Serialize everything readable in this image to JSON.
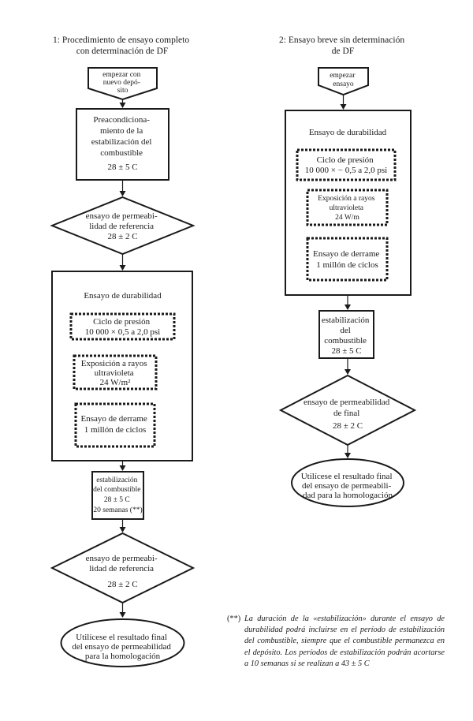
{
  "left": {
    "title_line1": "1: Procedimiento de ensayo completo",
    "title_line2": "con determinación de DF",
    "start": [
      "empezar con",
      "nuevo depó-",
      "sito"
    ],
    "precond": [
      "Preacondiciona-",
      "miento de la",
      "estabilización del",
      "combustible",
      "28 ± 5 C"
    ],
    "perm1": [
      "ensayo de permeabi-",
      "lidad de referencia",
      "28 ± 2 C"
    ],
    "durability_title": "Ensayo de durabilidad",
    "pressure": [
      "Ciclo de presión",
      "10 000 × 0,5 a 2,0 psi"
    ],
    "uv": [
      "Exposición a rayos",
      "ultravioleta",
      "24 W/m²"
    ],
    "slosh": [
      "Ensayo de derrame",
      "1 millón de ciclos"
    ],
    "stab": [
      "estabilización",
      "del combustible",
      "28 ± 5 C",
      "20 semanas (**)"
    ],
    "perm2": [
      "ensayo de permeabi-",
      "lidad de referencia",
      "28 ± 2 C"
    ],
    "result": [
      "Utilícese el resultado final",
      "del ensayo de permeabilidad",
      "para la homologación"
    ]
  },
  "right": {
    "title_line1": "2: Ensayo breve sin determinación",
    "title_line2": "de DF",
    "start": [
      "empezar",
      "ensayo"
    ],
    "durability_title": "Ensayo de durabilidad",
    "pressure": [
      "Ciclo de presión",
      "10 000 × − 0,5 a 2,0 psi"
    ],
    "uv": [
      "Exposición a rayos",
      "ultravioleta",
      "24 W/m"
    ],
    "slosh": [
      "Ensayo de derrame",
      "1 millón de ciclos"
    ],
    "stab": [
      "estabilización",
      "del",
      "combustible",
      "28 ± 5 C"
    ],
    "perm": [
      "ensayo de permeabilidad",
      "de final",
      "28 ± 2 C"
    ],
    "result": [
      "Utilícese el resultado final",
      "del ensayo de permeabili-",
      "dad para la homologación"
    ]
  },
  "footnote": {
    "mark": "(**)",
    "text": "La duración de la «estabilización» durante el ensayo de durabilidad podrá incluirse en el período de estabilización del combustible, siempre que el combustible permanezca en el depósito. Los períodos de estabilización podrán acortarse a 10 semanas si se realizan a 43 ± 5 C"
  }
}
